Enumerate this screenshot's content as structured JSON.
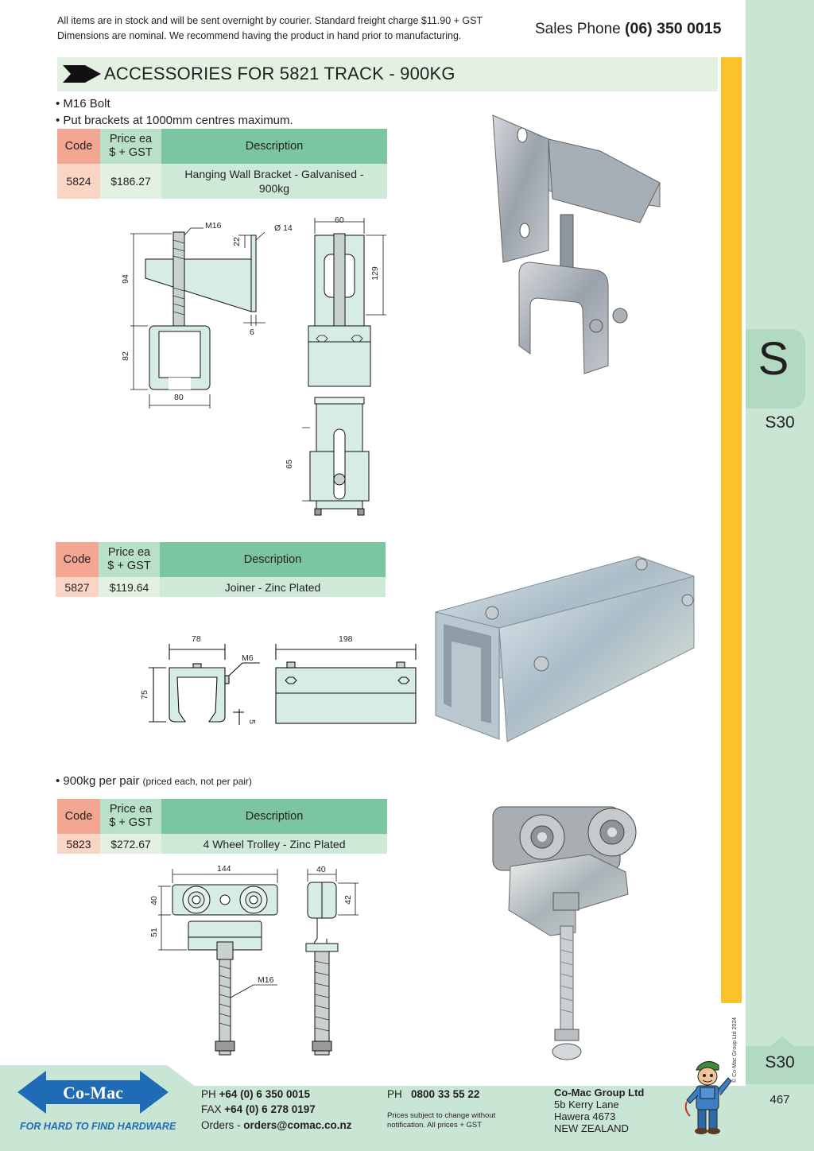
{
  "header": {
    "notice_line1": "All items are in stock and will be sent overnight by courier. Standard freight charge $11.90 + GST",
    "notice_line2": "Dimensions are nominal. We recommend having the product in hand prior to manufacturing.",
    "sales_label": "Sales Phone",
    "sales_number": "(06) 350 0015"
  },
  "section": {
    "title": "ACCESSORIES FOR 5821 TRACK - 900KG"
  },
  "sidebar": {
    "letter": "S",
    "section_code_top": "S30",
    "section_code_bottom": "S30",
    "page_number": "467",
    "copyright": "© Co-Mac Group Ltd 2024"
  },
  "table_headers": {
    "code": "Code",
    "price_line1": "Price ea",
    "price_line2": "$ + GST",
    "description": "Description"
  },
  "products": [
    {
      "bullets": [
        "• M16 Bolt",
        "• Put brackets at 1000mm centres maximum."
      ],
      "code": "5824",
      "price": "$186.27",
      "description_line1": "Hanging Wall Bracket - Galvanised -",
      "description_line2": "900kg",
      "dims": {
        "d_m16": "M16",
        "d_dia": "Ø 14",
        "d_22": "22",
        "d_94": "94",
        "d_82": "82",
        "d_80": "80",
        "d_6": "6",
        "d_60": "60",
        "d_129": "129",
        "d_65": "65"
      }
    },
    {
      "code": "5827",
      "price": "$119.64",
      "description": "Joiner - Zinc Plated",
      "dims": {
        "d_78": "78",
        "d_m6": "M6",
        "d_75": "75",
        "d_5": "5",
        "d_198": "198"
      }
    },
    {
      "bullet_main": "• 900kg per pair",
      "bullet_note": "(priced each, not per pair)",
      "code": "5823",
      "price": "$272.67",
      "description": "4 Wheel Trolley - Zinc Plated",
      "dims": {
        "d_144": "144",
        "d_40a": "40",
        "d_51": "51",
        "d_m16": "M16",
        "d_40b": "40",
        "d_42": "42"
      }
    }
  ],
  "footer": {
    "logo_text": "Co-Mac",
    "tagline": "FOR HARD TO FIND HARDWARE",
    "ph_label": "PH",
    "ph_value": "+64 (0) 6 350 0015",
    "fax_label": "FAX",
    "fax_value": "+64 (0) 6 278 0197",
    "orders_label": "Orders -",
    "orders_value": "orders@comac.co.nz",
    "ph2_label": "PH",
    "ph2_value": "0800 33 55 22",
    "prices_note": "Prices subject to change without notification. All prices + GST",
    "company_name": "Co-Mac Group Ltd",
    "address1": "5b Kerry Lane",
    "address2": "Hawera 4673",
    "address3": "NEW ZEALAND"
  },
  "colors": {
    "yellow_bar": "#fbc32a",
    "sidebar_green": "#c9e5d4",
    "code_header": "#f3a792",
    "desc_header": "#7bc6a0",
    "brand_blue": "#1f6bb5"
  }
}
